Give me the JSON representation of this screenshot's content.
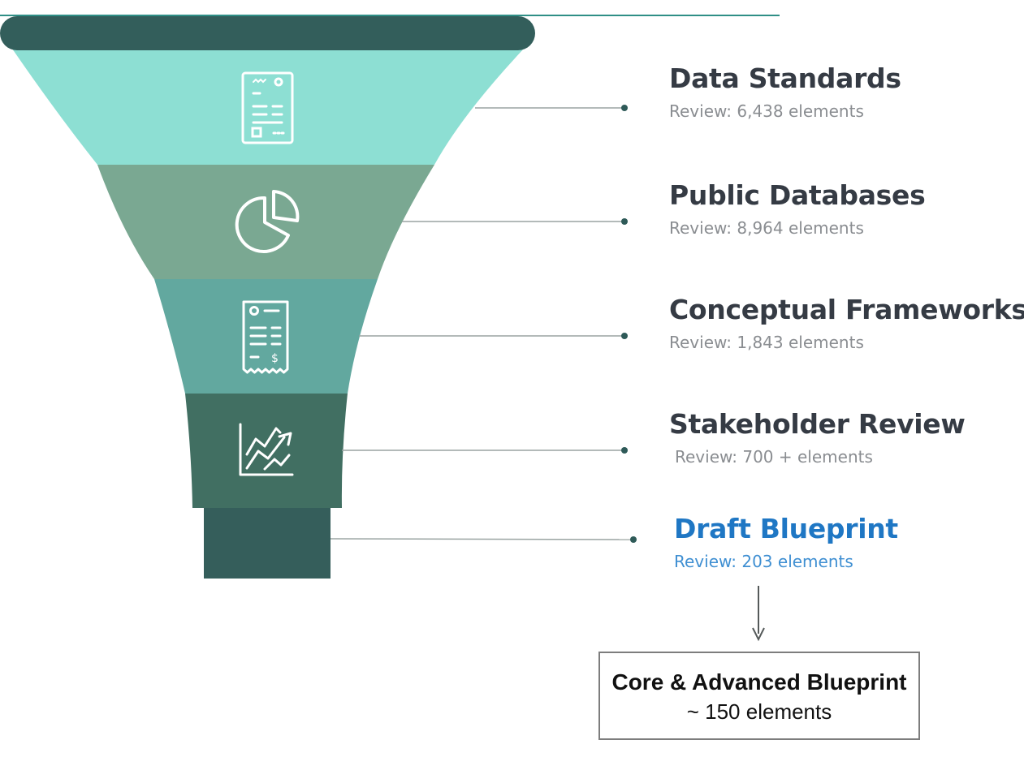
{
  "colors": {
    "rim": "#335e5b",
    "stage_fills": [
      "#8ddfd3",
      "#7aa892",
      "#62a89f",
      "#416f62",
      "#355e5b"
    ],
    "connector": "#9aa4a2",
    "connector_dot": "#2e5a58",
    "top_rule": "#2f8f86",
    "highlight": "#1f77c4"
  },
  "stages": [
    {
      "title": "Data Standards",
      "subtitle": "Review: 6,438 elements",
      "icon": "form-document-icon"
    },
    {
      "title": "Public Databases",
      "subtitle": "Review: 8,964 elements",
      "icon": "pie-chart-icon"
    },
    {
      "title": "Conceptual Frameworks",
      "subtitle": "Review: 1,843 elements",
      "icon": "receipt-icon"
    },
    {
      "title": "Stakeholder Review",
      "subtitle": "Review: 700 + elements",
      "icon": "trend-chart-icon"
    },
    {
      "title": "Draft Blueprint",
      "subtitle": "Review: 203 elements",
      "icon": "none"
    }
  ],
  "result": {
    "title": "Core & Advanced Blueprint",
    "subtitle": "~ 150 elements"
  }
}
